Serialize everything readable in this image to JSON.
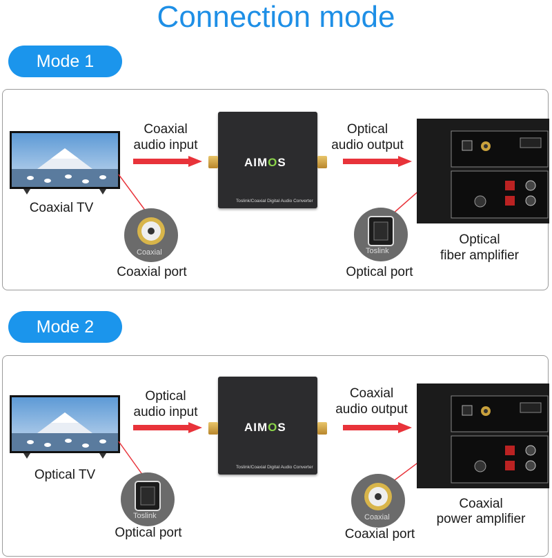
{
  "title": "Connection mode",
  "modes": [
    {
      "label": "Mode 1",
      "source_label": "Coaxial TV",
      "input_label_line1": "Coaxial",
      "input_label_line2": "audio input",
      "output_label_line1": "Optical",
      "output_label_line2": "audio output",
      "source_port_label": "Coaxial port",
      "source_port_text": "Coaxial",
      "dest_port_label": "Optical port",
      "dest_port_text": "Toslink",
      "dest_label_line1": "Optical",
      "dest_label_line2": "fiber amplifier",
      "device_brand_a": "AIM",
      "device_brand_b": "O",
      "device_brand_c": "S",
      "device_caption": "Toslink/Coaxial Digital Audio Converter"
    },
    {
      "label": "Mode 2",
      "source_label": "Optical TV",
      "input_label_line1": "Optical",
      "input_label_line2": "audio input",
      "output_label_line1": "Coaxial",
      "output_label_line2": "audio output",
      "source_port_label": "Optical port",
      "source_port_text": "Toslink",
      "dest_port_label": "Coaxial port",
      "dest_port_text": "Coaxial",
      "dest_label_line1": "Coaxial",
      "dest_label_line2": "power amplifier",
      "device_brand_a": "AIM",
      "device_brand_b": "O",
      "device_brand_c": "S",
      "device_caption": "Toslink/Coaxial Digital Audio Converter"
    }
  ],
  "colors": {
    "accent": "#1b95ec",
    "title": "#1e8fe6",
    "arrow": "#e8333a",
    "brand_green": "#8bd44a"
  }
}
